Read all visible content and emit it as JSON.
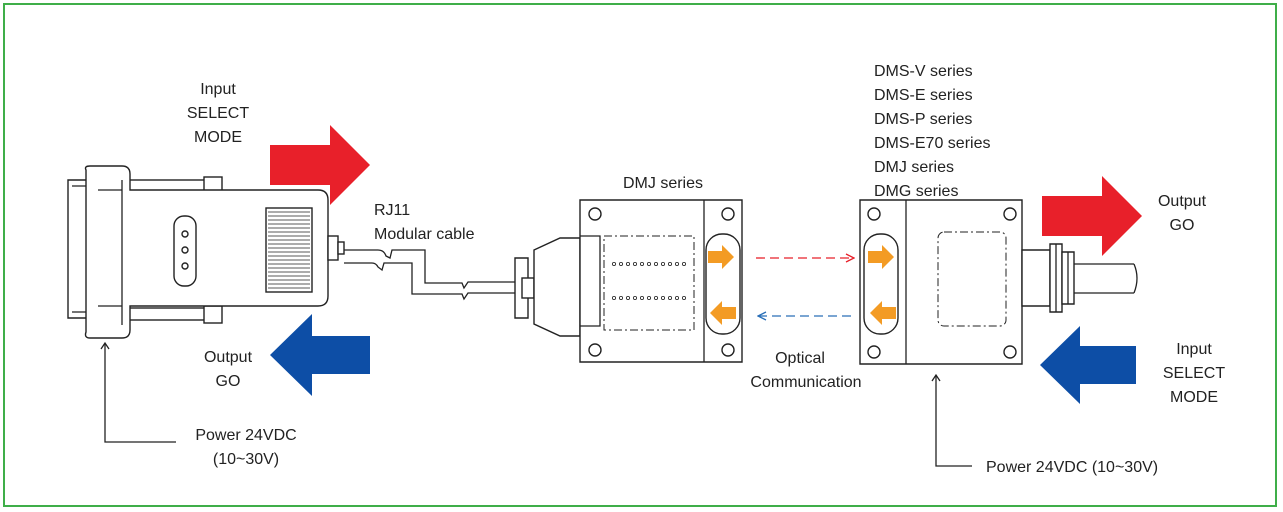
{
  "labels": {
    "left_input": [
      "Input",
      "SELECT",
      "MODE"
    ],
    "left_output": [
      "Output",
      "GO"
    ],
    "left_power": [
      "Power 24VDC",
      "(10~30V)"
    ],
    "cable": [
      "RJ11",
      "Modular cable"
    ],
    "dmj_title": "DMJ series",
    "right_series": [
      "DMS-V series",
      "DMS-E series",
      "DMS-P series",
      "DMS-E70 series",
      "DMJ series",
      "DMG series"
    ],
    "right_output": [
      "Output",
      "GO"
    ],
    "right_input": [
      "Input",
      "SELECT",
      "MODE"
    ],
    "right_power": "Power 24VDC (10~30V)",
    "optical": [
      "Optical",
      "Communication"
    ]
  },
  "colors": {
    "frame": "#3fae49",
    "arrow_red": "#e8202a",
    "arrow_blue": "#0d4ea6",
    "optical_arrow": "#f39b24",
    "line": "#222222"
  },
  "icons": [
    "converter-device-icon",
    "dmj-unit-icon",
    "sensor-unit-icon",
    "block-arrow-icon"
  ]
}
